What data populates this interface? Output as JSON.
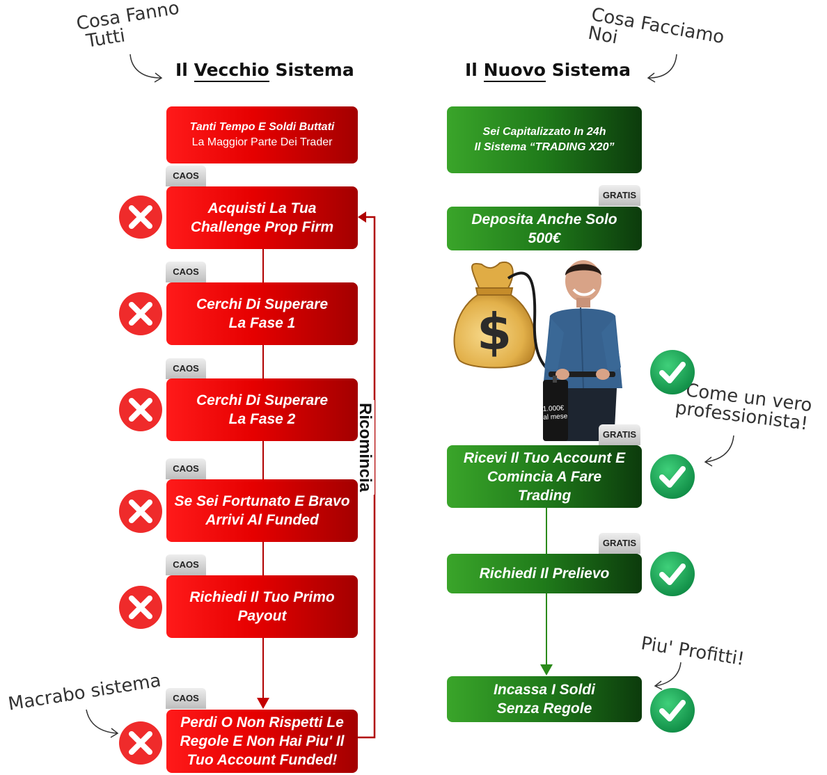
{
  "annotations": {
    "left_top": [
      "Cosa Fanno",
      "Tutti"
    ],
    "right_top": [
      "Cosa Facciamo",
      "Noi"
    ],
    "right_mid": [
      "Come un vero",
      "professionista!"
    ],
    "right_bottom": "Piu' Profitti!",
    "left_bottom": "Macrabo sistema"
  },
  "left": {
    "heading_prefix": "Il",
    "heading_underlined": "Vecchio",
    "heading_suffix": "Sistema",
    "intro": {
      "line1": "Tanti Tempo E Soldi Buttati",
      "line2": "La Maggior Parte Dei Trader"
    },
    "tag_label": "CAOS",
    "steps": [
      {
        "line1": "Acquisti La Tua",
        "line2": "Challenge Prop Firm"
      },
      {
        "line1": "Cerchi Di Superare",
        "line2": "La Fase 1"
      },
      {
        "line1": "Cerchi Di Superare",
        "line2": "La Fase 2"
      },
      {
        "line1": "Se Sei Fortunato E Bravo",
        "line2": "Arrivi Al Funded"
      },
      {
        "line1": "Richiedi Il Tuo Primo",
        "line2": "Payout"
      },
      {
        "line1": "Perdi O Non Rispetti Le",
        "line2": "Regole E Non Hai Piu' Il",
        "line3": "Tuo Account Funded!"
      }
    ],
    "loop_label": "Ricomincia"
  },
  "right": {
    "heading_prefix": "Il",
    "heading_underlined": "Nuovo",
    "heading_suffix": "Sistema",
    "intro": {
      "line1": "Sei Capitalizzato In 24h",
      "line2": "Il Sistema “TRADING X20”"
    },
    "tag_label": "GRATIS",
    "steps": [
      {
        "line1": "Deposita Anche Solo",
        "line2": "500€"
      },
      {
        "line1": "Ricevi Il Tuo Account E",
        "line2": "Comincia A Fare",
        "line3": "Trading"
      },
      {
        "line1": "Richiedi Il Prelievo"
      },
      {
        "line1": "Incassa I Soldi",
        "line2": "Senza Regole"
      }
    ],
    "pump_label": [
      "1.000€",
      "al mese"
    ]
  },
  "colors": {
    "red": "#e60000",
    "green": "#1f7a1a",
    "check": "#16a34a",
    "x": "#ef2b2b"
  }
}
